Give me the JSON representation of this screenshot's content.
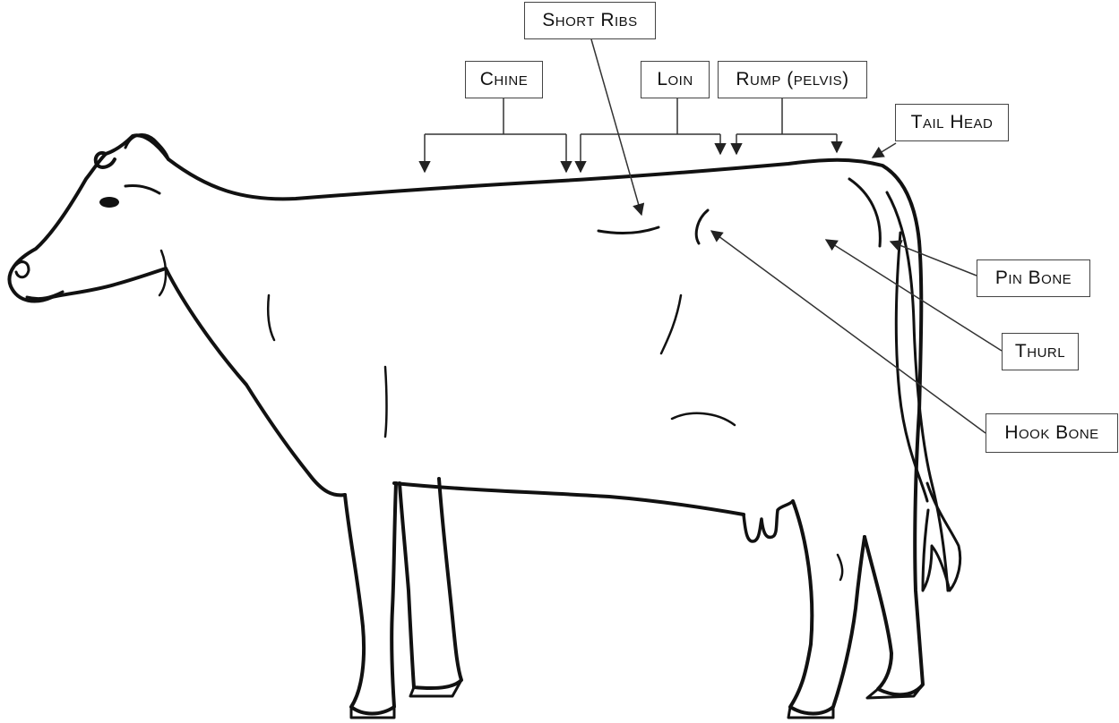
{
  "labels": {
    "short_ribs": "Short Ribs",
    "chine": "Chine",
    "loin": "Loin",
    "rump": "Rump (pelvis)",
    "tail_head": "Tail Head",
    "pin_bone": "Pin Bone",
    "thurl": "Thurl",
    "hook_bone": "Hook Bone"
  },
  "colors": {
    "outline": "#111111",
    "leader": "#333333",
    "background": "#ffffff"
  }
}
